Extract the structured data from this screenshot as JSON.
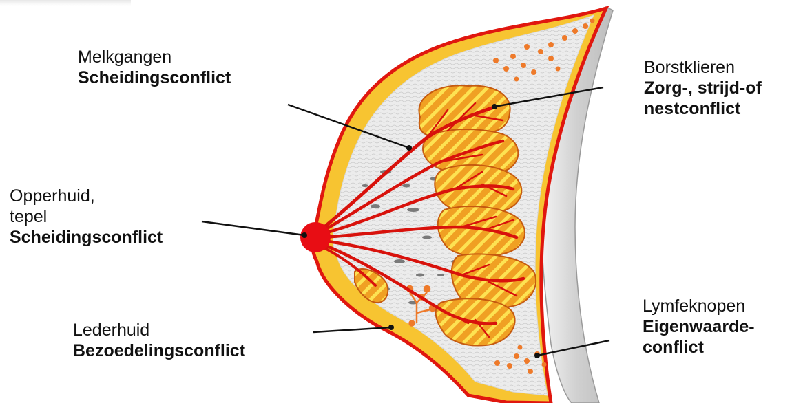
{
  "labels": {
    "melkgangen": {
      "name": "Melkgangen",
      "conflict": "Scheidingsconflict"
    },
    "borstklieren": {
      "name": "Borstklieren",
      "conflict_line1": "Zorg-, strijd-of",
      "conflict_line2": "nestconflict"
    },
    "opperhuid": {
      "name_line1": "Opperhuid,",
      "name_line2": "tepel",
      "conflict": "Scheidingsconflict"
    },
    "lederhuid": {
      "name": "Lederhuid",
      "conflict": "Bezoedelingsconflict"
    },
    "lymfeknopen": {
      "name": "Lymfeknopen",
      "conflict_line1": "Eigenwaarde-",
      "conflict_line2": "conflict"
    }
  },
  "colors": {
    "skin_outline": "#e0170f",
    "fat_layer": "#f7c431",
    "gland_fill": "#f0a023",
    "gland_stripe": "#fde252",
    "duct": "#d8120c",
    "nipple": "#e80d14",
    "tissue": "#e9e9e9",
    "chest_wall": "#c9c9c9",
    "lymph": "#ee7a2a"
  }
}
